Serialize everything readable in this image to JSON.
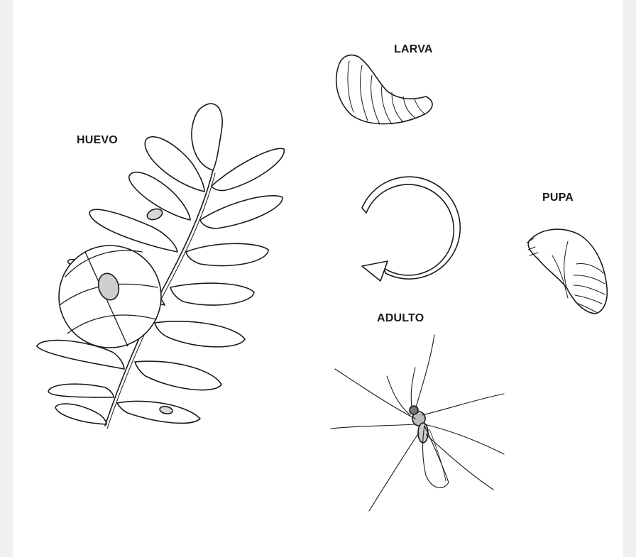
{
  "labels": {
    "larva": "LARVA",
    "huevo": "HUEVO",
    "pupa": "PUPA",
    "adulto": "ADULTO"
  },
  "colors": {
    "background": "#f0f0f0",
    "panel": "#ffffff",
    "ink": "#1a1a1a"
  },
  "icons": {
    "cycle": "circular-arrow-icon"
  }
}
